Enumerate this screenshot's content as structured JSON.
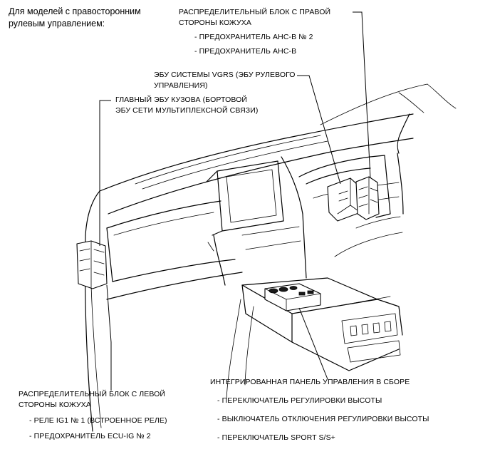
{
  "heading": {
    "line1": "Для моделей с правосторонним",
    "line2": "рулевым управлением:"
  },
  "callouts": {
    "right_block": {
      "title1": "РАСПРЕДЕЛИТЕЛЬНЫЙ БЛОК С ПРАВОЙ",
      "title2": "СТОРОНЫ КОЖУХА",
      "items": [
        "- ПРЕДОХРАНИТЕЛЬ AHC-B № 2",
        "- ПРЕДОХРАНИТЕЛЬ AHC-B"
      ]
    },
    "vgrs": {
      "title1": "ЭБУ СИСТЕМЫ VGRS (ЭБУ РУЛЕВОГО",
      "title2": "УПРАВЛЕНИЯ)"
    },
    "body_ecu": {
      "title1": "ГЛАВНЫЙ ЭБУ КУЗОВА (БОРТОВОЙ",
      "title2": "ЭБУ СЕТИ МУЛЬТИПЛЕКСНОЙ СВЯЗИ)"
    },
    "left_block": {
      "title1": "РАСПРЕДЕЛИТЕЛЬНЫЙ БЛОК С ЛЕВОЙ",
      "title2": "СТОРОНЫ КОЖУХА",
      "items": [
        "- РЕЛЕ IG1 № 1 (ВСТРОЕННОЕ РЕЛЕ)",
        "- ПРЕДОХРАНИТЕЛЬ ECU-IG № 2"
      ]
    },
    "control_panel": {
      "title": "ИНТЕГРИРОВАННАЯ ПАНЕЛЬ УПРАВЛЕНИЯ В СБОРЕ",
      "items": [
        "- ПЕРЕКЛЮЧАТЕЛЬ РЕГУЛИРОВКИ ВЫСОТЫ",
        "- ВЫКЛЮЧАТЕЛЬ ОТКЛЮЧЕНИЯ РЕГУЛИРОВКИ ВЫСОТЫ",
        "- ПЕРЕКЛЮЧАТЕЛЬ SPORT S/S+"
      ]
    }
  }
}
